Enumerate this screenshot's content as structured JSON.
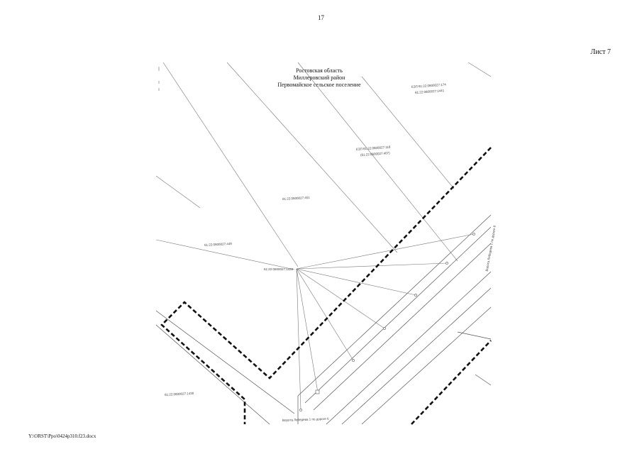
{
  "page": {
    "number": "17",
    "sheet_label": "Лист 7",
    "footer_path": "Y:\\ORST\\Ppo\\0424p310.f23.docx"
  },
  "map": {
    "region_lines": [
      "Ростовская область",
      "Миллеровский район",
      "Первомайское сельское поселение"
    ],
    "parcel_labels": [
      "ЕЗП  61:22:0600027:174",
      "61:22:0600027:1441",
      "ЕЗП  61:22:0600027:118",
      "(61:22:0600027:407)",
      "61:22:0600027:451",
      "61:22:0600027:449",
      "61:22:0600027:1420",
      "61:22:0600027:1430",
      "Ворота Лебедева 1 по дороге 6",
      "Ворота Лебедева 1 по дороге 8"
    ]
  }
}
